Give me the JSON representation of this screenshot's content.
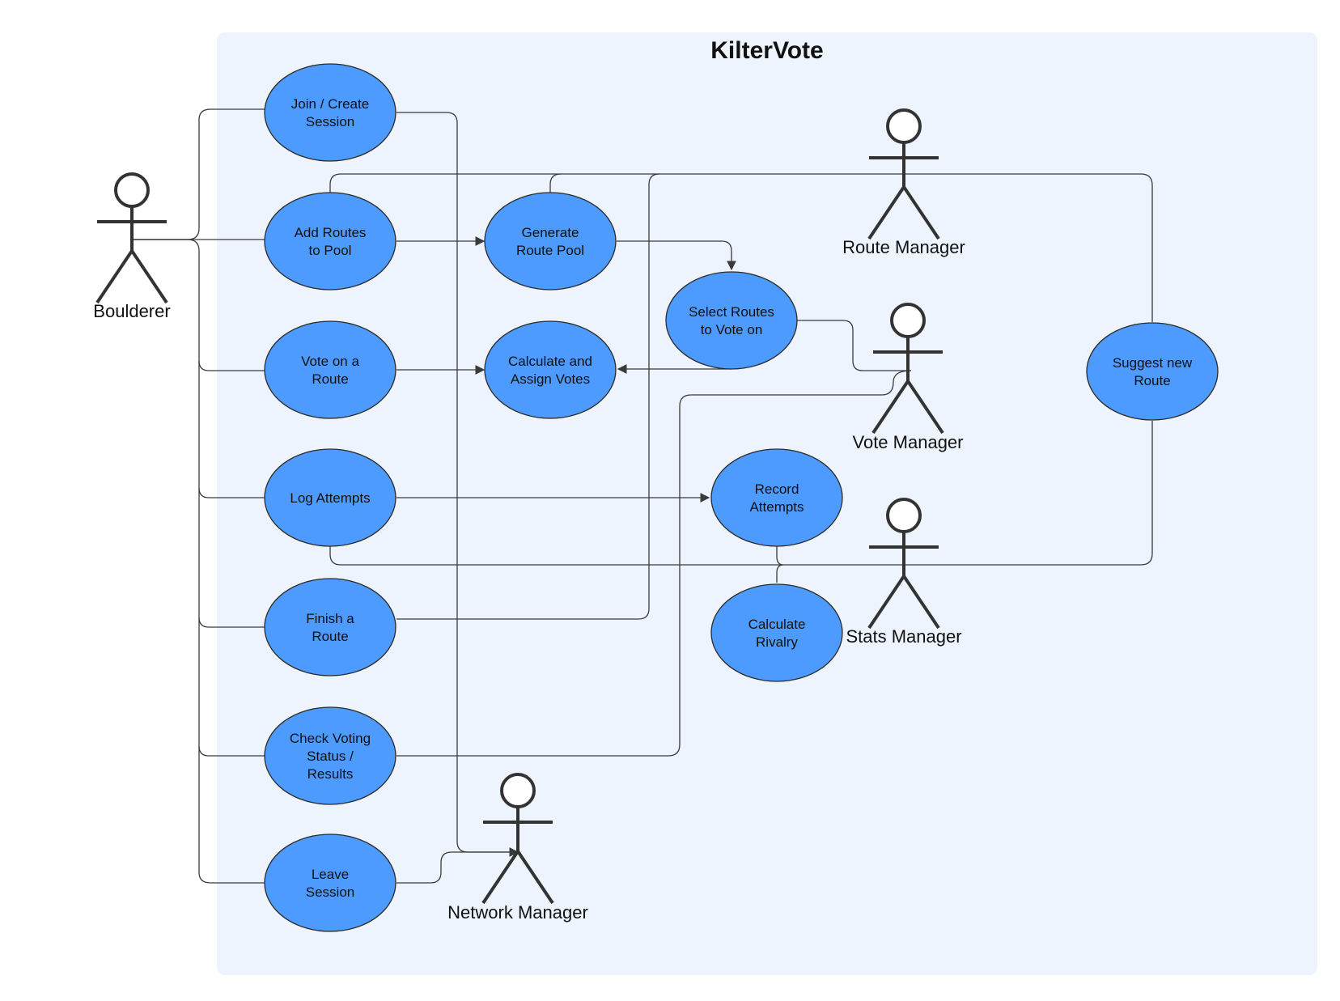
{
  "diagram": {
    "title": "KilterVote",
    "colors": {
      "system_fill": "#edf4fd",
      "usecase_fill": "#4d9bff",
      "usecase_stroke": "#2b2b2b",
      "line": "#3a3a3a",
      "actor": "#333333"
    },
    "actors": [
      {
        "id": "boulderer",
        "label": "Boulderer"
      },
      {
        "id": "route_manager",
        "label": "Route Manager"
      },
      {
        "id": "vote_manager",
        "label": "Vote Manager"
      },
      {
        "id": "stats_manager",
        "label": "Stats Manager"
      },
      {
        "id": "network_manager",
        "label": "Network Manager"
      }
    ],
    "usecases": [
      {
        "id": "join_create_session",
        "lines": [
          "Join / Create",
          "Session"
        ]
      },
      {
        "id": "add_routes_to_pool",
        "lines": [
          "Add Routes",
          "to Pool"
        ]
      },
      {
        "id": "vote_on_a_route",
        "lines": [
          "Vote on a",
          "Route"
        ]
      },
      {
        "id": "log_attempts",
        "lines": [
          "Log Attempts"
        ]
      },
      {
        "id": "finish_a_route",
        "lines": [
          "Finish a",
          "Route"
        ]
      },
      {
        "id": "check_voting_status",
        "lines": [
          "Check Voting",
          "Status /",
          "Results"
        ]
      },
      {
        "id": "leave_session",
        "lines": [
          "Leave",
          "Session"
        ]
      },
      {
        "id": "generate_route_pool",
        "lines": [
          "Generate",
          "Route Pool"
        ]
      },
      {
        "id": "calculate_assign_votes",
        "lines": [
          "Calculate and",
          "Assign Votes"
        ]
      },
      {
        "id": "select_routes_to_vote_on",
        "lines": [
          "Select Routes",
          "to Vote on"
        ]
      },
      {
        "id": "record_attempts",
        "lines": [
          "Record",
          "Attempts"
        ]
      },
      {
        "id": "calculate_rivalry",
        "lines": [
          "Calculate",
          "Rivalry"
        ]
      },
      {
        "id": "suggest_new_route",
        "lines": [
          "Suggest new",
          "Route"
        ]
      }
    ]
  }
}
